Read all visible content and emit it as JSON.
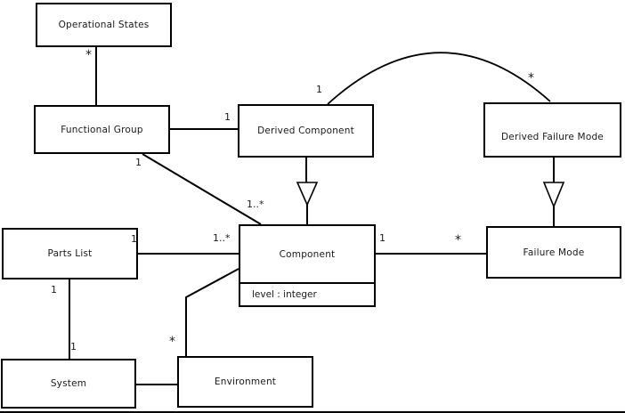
{
  "diagram": {
    "kind": "uml-class-diagram",
    "colors": {
      "background": "#ffffff",
      "line": "#000000",
      "box_fill": "#ffffff",
      "text": "#1a1a1a"
    },
    "classes": {
      "operational_states": {
        "label": "Operational States"
      },
      "functional_group": {
        "label": "Functional Group"
      },
      "derived_component": {
        "label": "Derived Component"
      },
      "derived_failure_mode": {
        "label": "Derived Failure Mode"
      },
      "parts_list": {
        "label": "Parts List"
      },
      "component": {
        "label": "Component",
        "attribute": "level : integer"
      },
      "failure_mode": {
        "label": "Failure Mode"
      },
      "system": {
        "label": "System"
      },
      "environment": {
        "label": "Environment"
      }
    },
    "labels": {
      "ops_fg_star": "*",
      "fg_dc_one": "1",
      "arc_dc_one": "1",
      "arc_dfm_star": "*",
      "fg_comp_one": "1",
      "fg_comp_many": "1..*",
      "pl_comp_many": "1..*",
      "pl_comp_one": "1",
      "comp_fm_one": "1",
      "comp_fm_star": "*",
      "pl_sys_one_top": "1",
      "pl_sys_one_bottom": "1",
      "env_comp_star": "*"
    },
    "relationships": [
      {
        "from": "Functional Group",
        "to": "Operational States",
        "type": "association",
        "to_multiplicity": "*"
      },
      {
        "from": "Functional Group",
        "to": "Derived Component",
        "type": "association",
        "to_multiplicity": "1"
      },
      {
        "from": "Derived Component",
        "to": "Derived Failure Mode",
        "type": "association",
        "from_multiplicity": "1",
        "to_multiplicity": "*"
      },
      {
        "from": "Derived Component",
        "to": "Component",
        "type": "generalization"
      },
      {
        "from": "Derived Failure Mode",
        "to": "Failure Mode",
        "type": "generalization"
      },
      {
        "from": "Functional Group",
        "to": "Component",
        "type": "association",
        "from_multiplicity": "1",
        "to_multiplicity": "1..*"
      },
      {
        "from": "Parts List",
        "to": "Component",
        "type": "association",
        "from_multiplicity": "1",
        "to_multiplicity": "1..*"
      },
      {
        "from": "Component",
        "to": "Failure Mode",
        "type": "association",
        "from_multiplicity": "1",
        "to_multiplicity": "*"
      },
      {
        "from": "Parts List",
        "to": "System",
        "type": "association",
        "from_multiplicity": "1",
        "to_multiplicity": "1"
      },
      {
        "from": "System",
        "to": "Environment",
        "type": "association"
      },
      {
        "from": "Environment",
        "to": "Component",
        "type": "association",
        "from_multiplicity": "*"
      }
    ]
  }
}
